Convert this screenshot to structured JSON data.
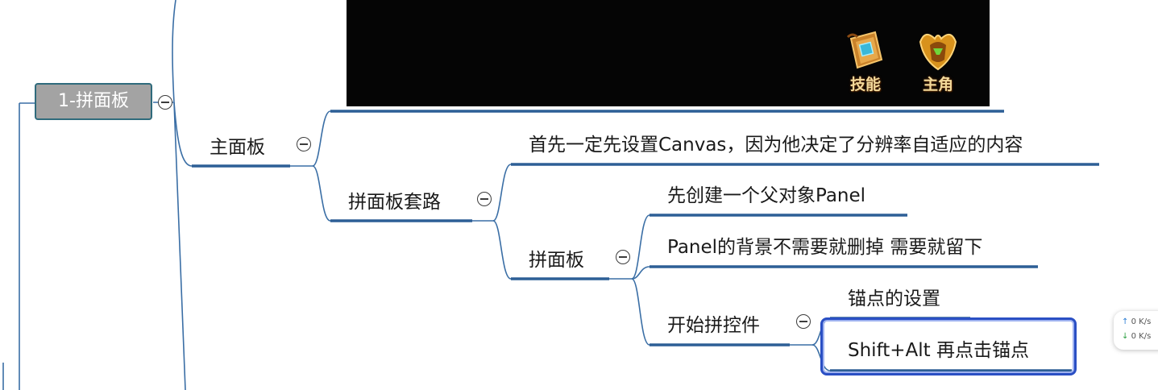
{
  "game_panel": {
    "icons": [
      {
        "name": "skill-scroll-icon",
        "label": "技能"
      },
      {
        "name": "hero-helmet-icon",
        "label": "主角"
      }
    ]
  },
  "mindmap": {
    "root": "1-拼面板",
    "main_panel": "主面板",
    "routine": "拼面板套路",
    "canvas_tip": "首先一定先设置Canvas，因为他决定了分辨率自适应的内容",
    "assemble_panel": "拼面板",
    "create_parent": "先创建一个父对象Panel",
    "panel_bg": "Panel的背景不需要就删掉 需要就留下",
    "start_controls": "开始拼控件",
    "anchor_setting": "锚点的设置",
    "anchor_shortcut": "Shift+Alt 再点击锚点"
  },
  "net_speed": {
    "up_value": "0",
    "up_unit": "K/s",
    "down_value": "0",
    "down_unit": "K/s"
  },
  "colors": {
    "branch_line": "#3a6ea5",
    "root_fill": "#a3a3a3",
    "root_border": "#2f6b7c",
    "selection": "#2a4fc4"
  }
}
